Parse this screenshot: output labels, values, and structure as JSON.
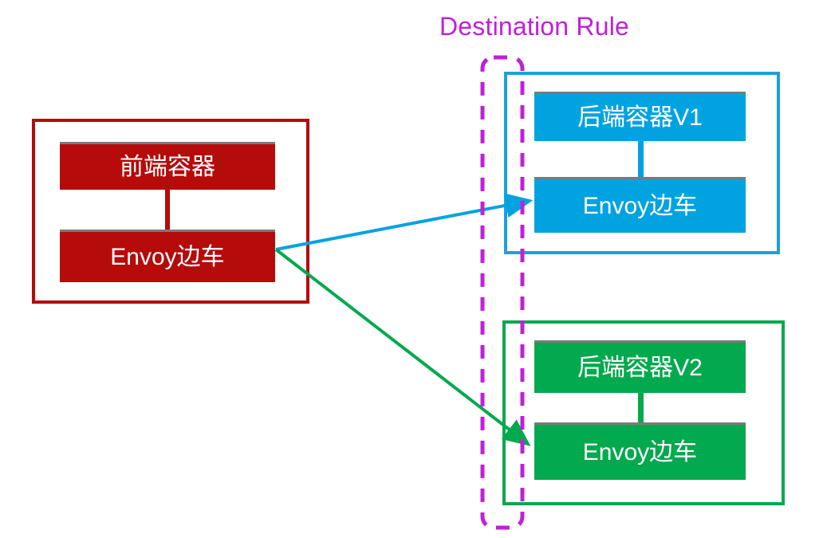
{
  "diagram": {
    "title": "Destination Rule",
    "title_color": "#C020D8",
    "background": "#FFFFFF",
    "annotation": {
      "name": "destination-rule-dashed-boundary",
      "style": "dashed",
      "color": "#C020D8"
    },
    "groups": [
      {
        "id": "frontend",
        "role": "client-pod",
        "border_color": "#B50B0B",
        "fill_color": "#B50B0B",
        "boxes": [
          {
            "label": "前端容器"
          },
          {
            "label": "Envoy边车"
          }
        ]
      },
      {
        "id": "backend-v1",
        "role": "destination-subset-v1",
        "border_color": "#1BA1DC",
        "fill_color": "#00A3E0",
        "boxes": [
          {
            "label": "后端容器V1"
          },
          {
            "label": "Envoy边车"
          }
        ]
      },
      {
        "id": "backend-v2",
        "role": "destination-subset-v2",
        "border_color": "#0BA750",
        "fill_color": "#03A94E",
        "boxes": [
          {
            "label": "后端容器V2"
          },
          {
            "label": "Envoy边车"
          }
        ]
      }
    ],
    "arrows": [
      {
        "id": "route-to-v1",
        "from": "frontend.envoy",
        "to": "backend-v1.envoy",
        "color": "#00A3E0"
      },
      {
        "id": "route-to-v2",
        "from": "frontend.envoy",
        "to": "backend-v2.envoy",
        "color": "#03A94E"
      }
    ]
  }
}
